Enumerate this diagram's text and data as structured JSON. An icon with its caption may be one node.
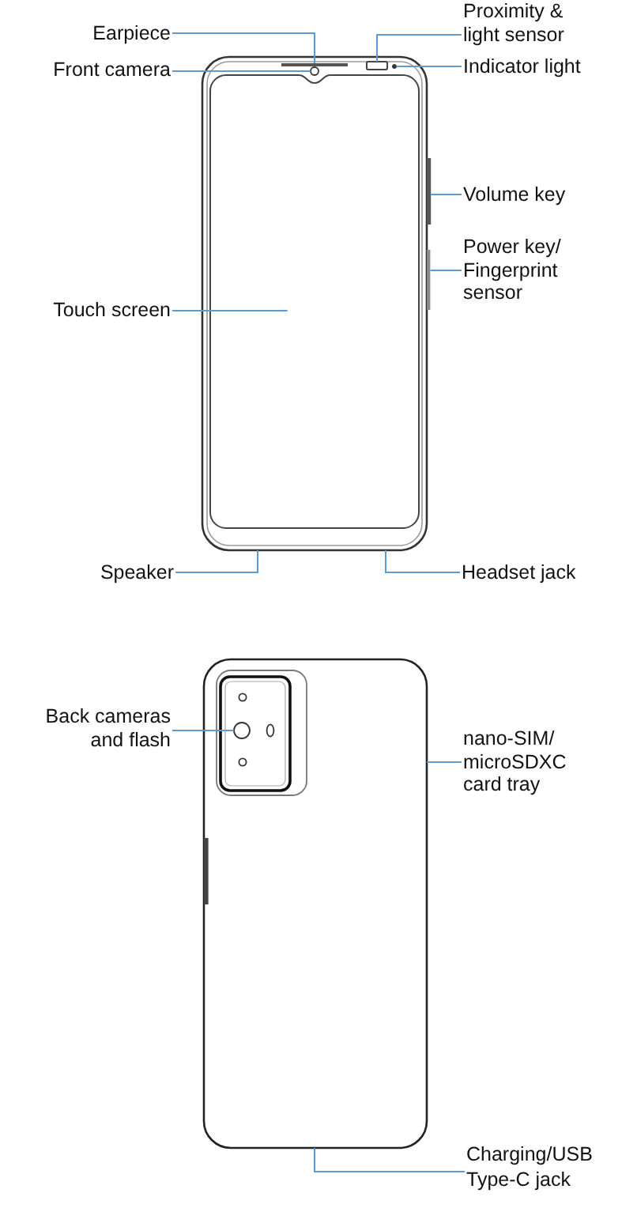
{
  "diagram": {
    "nodes": [
      {
        "text": [],
        "shape": "picture"
      },
      {
        "text": [
          "Earpiece"
        ]
      },
      {
        "text": [],
        "shape": "bar",
        "in": 0
      },
      {
        "text": [
          "Front camera"
        ]
      },
      {
        "text": [],
        "shape": "circle",
        "in": 0
      },
      {
        "text": [
          "Proximity & light sensor"
        ]
      },
      {
        "text": [],
        "shape": "box",
        "in": 0
      },
      {
        "text": [
          "Indicator light"
        ]
      },
      {
        "text": [],
        "shape": "circle",
        "in": 0
      },
      {
        "text": [
          "Volume key"
        ]
      },
      {
        "text": [],
        "shape": "bar",
        "in": 0
      },
      {
        "text": [
          "Power key/ Fingerprint sensor"
        ]
      },
      {
        "text": [],
        "shape": "bar",
        "in": 0
      },
      {
        "text": [
          "Touch screen"
        ]
      },
      {
        "text": [],
        "shape": "box",
        "in": 0
      },
      {
        "text": [
          "Speaker"
        ]
      },
      {
        "text": [
          "Headset jack"
        ]
      },
      {
        "text": [],
        "shape": "picture"
      },
      {
        "text": [
          "Back cameras and flash"
        ]
      },
      {
        "text": [],
        "shape": "circle",
        "in": 17
      },
      {
        "text": [
          "nano-SIM/ microSDXC card tray"
        ]
      },
      {
        "text": [
          "Charging/USB Type-C jack"
        ]
      }
    ],
    "edges": [
      {
        "from": 1,
        "to": 2,
        "arrow": "none"
      },
      {
        "from": 3,
        "to": 4,
        "arrow": "none"
      },
      {
        "from": 5,
        "to": 6,
        "arrow": "none"
      },
      {
        "from": 7,
        "to": 8,
        "arrow": "none"
      },
      {
        "from": 9,
        "to": 10,
        "arrow": "none"
      },
      {
        "from": 11,
        "to": 12,
        "arrow": "none"
      },
      {
        "from": 13,
        "to": 14,
        "arrow": "none"
      },
      {
        "from": 15,
        "to": 0,
        "arrow": "none"
      },
      {
        "from": 16,
        "to": 0,
        "arrow": "none"
      },
      {
        "from": 18,
        "to": 19,
        "arrow": "none"
      },
      {
        "from": 20,
        "to": 17,
        "arrow": "none"
      },
      {
        "from": 21,
        "to": 17,
        "arrow": "none"
      }
    ]
  }
}
